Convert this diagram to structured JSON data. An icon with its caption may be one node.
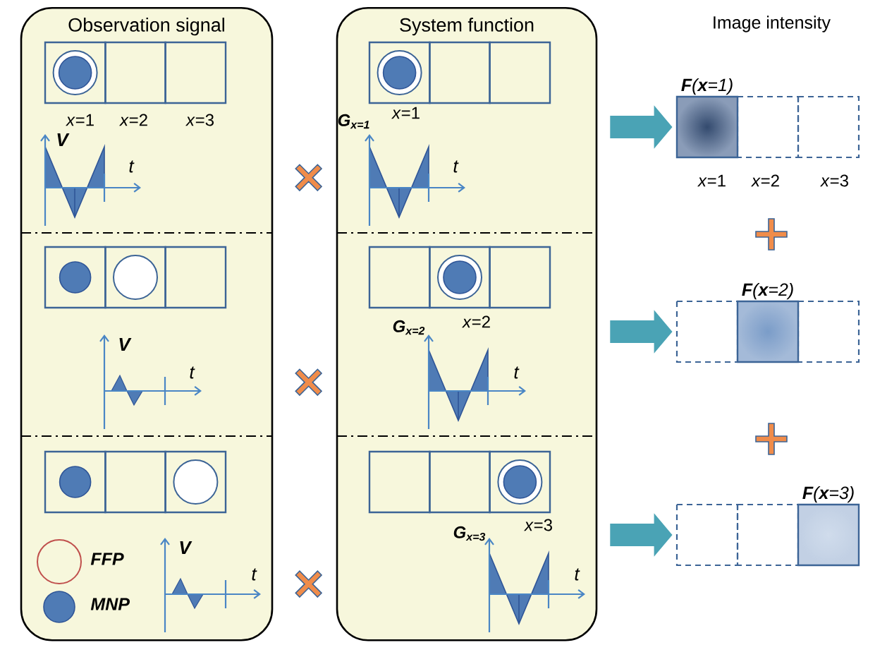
{
  "diagram": {
    "nodes": [
      {
        "text": [
          "Observation signal"
        ]
      },
      {
        "text": [
          "System function"
        ]
      },
      {
        "text": [
          "**F**(**x**=1)"
        ]
      },
      {
        "text": [
          "**F**(**x**=2)"
        ]
      },
      {
        "text": [
          "**F**(**x**=3)"
        ]
      }
    ],
    "edges": [
      {
        "from": 1,
        "to": 2,
        "arrow": "to"
      },
      {
        "from": 1,
        "to": 3,
        "arrow": "to"
      },
      {
        "from": 1,
        "to": 4,
        "arrow": "to"
      }
    ],
    "labels": [
      "*x*=1",
      "*x*=2",
      "*x*=3",
      "V",
      "t",
      "V",
      "t",
      "V",
      "t",
      "G$_{x=1}$",
      "*x*=1",
      "t",
      "G$_{x=2}$",
      "*x*=2",
      "t",
      "G$_{x=3}$",
      "*x*=3",
      "t",
      "Image intensity",
      "*x*=1",
      "*x*=2",
      "*x*=3"
    ],
    "legend": [
      {
        "text": "FFP"
      },
      {
        "text": "MNP"
      }
    ]
  }
}
